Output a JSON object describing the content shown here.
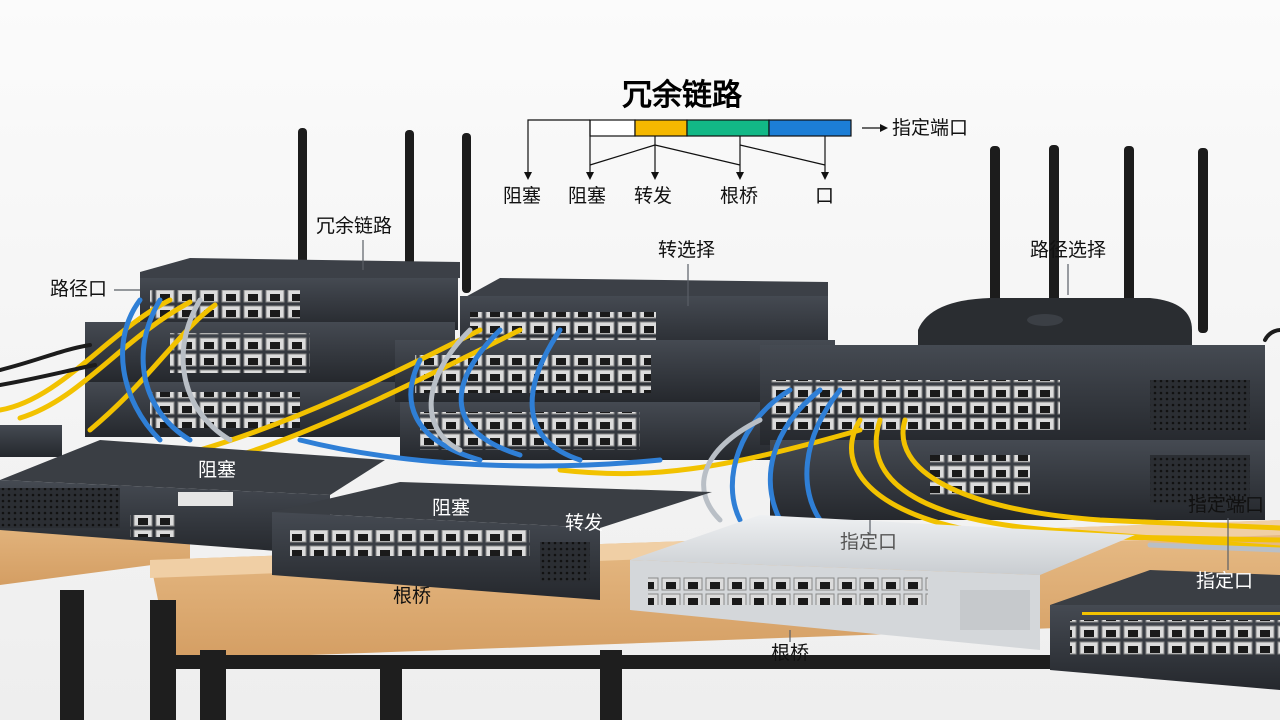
{
  "diagram": {
    "title": "冗余链路",
    "segments": [
      {
        "color": "#ffffff"
      },
      {
        "color": "#f5b800"
      },
      {
        "color": "#12b886"
      },
      {
        "color": "#1c7ed6"
      }
    ],
    "right_label": "指定端口",
    "bottom_labels": [
      "阻塞",
      "阻塞",
      "转发",
      "根桥",
      "口"
    ]
  },
  "scene_labels": {
    "redundant_link": "冗余链路",
    "path_port": "路径口",
    "forward_select": "转选择",
    "path_select": "路径选择",
    "blocked_left": "阻塞",
    "blocked_center": "阻塞",
    "forward": "转发",
    "root_bridge_left": "根桥",
    "designated_port_center": "指定口",
    "designated_port_right": "指定端口",
    "designated_port_far_right": "指定口",
    "root_bridge_center": "根桥"
  },
  "colors": {
    "cable_yellow": "#f2c200",
    "cable_blue": "#2f7fd6",
    "cable_grey": "#b9bfc6",
    "device_dark": "#2e3238",
    "device_silver": "#dfe2e5",
    "table_wood": "#e3b27a"
  }
}
